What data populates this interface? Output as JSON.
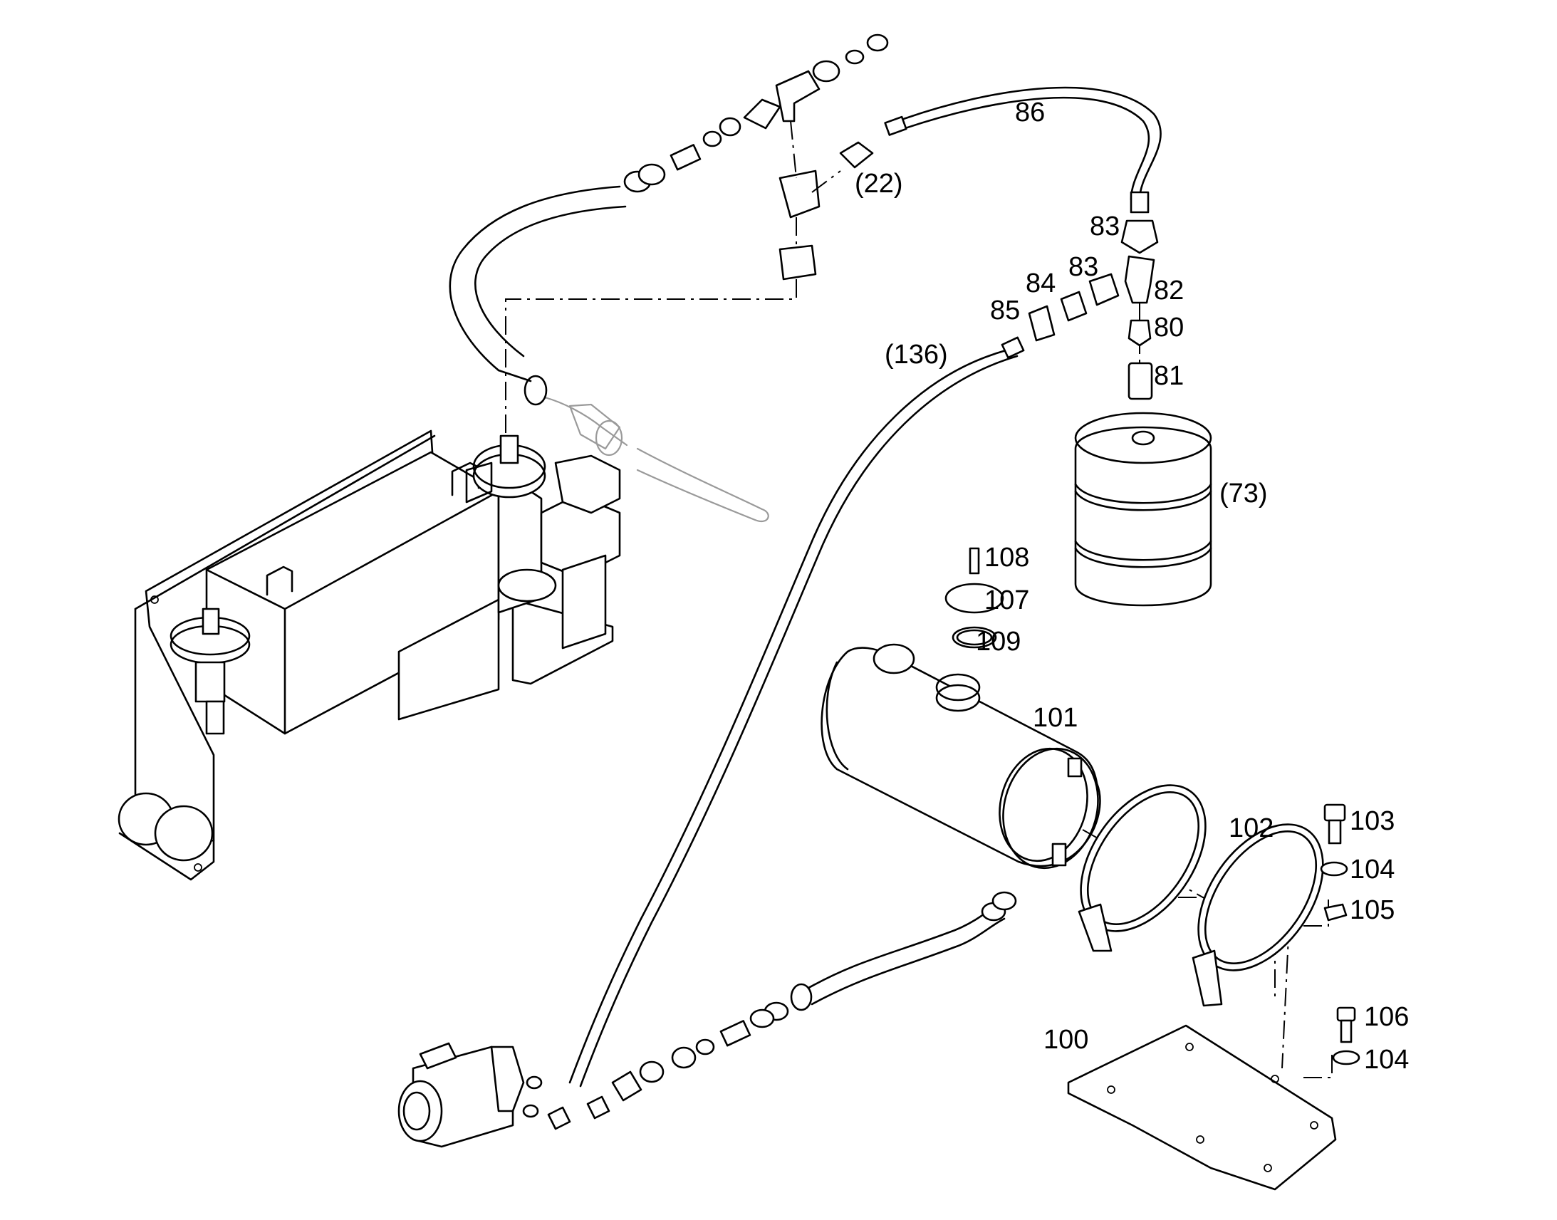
{
  "labels": {
    "p86": "86",
    "p22": "(22)",
    "p83a": "83",
    "p83b": "83",
    "p82": "82",
    "p84": "84",
    "p85": "85",
    "p80": "80",
    "p136": "(136)",
    "p81": "81",
    "p73": "(73)",
    "p108": "108",
    "p107": "107",
    "p109": "109",
    "p101": "101",
    "p102": "102",
    "p103": "103",
    "p104a": "104",
    "p105": "105",
    "p106": "106",
    "p104b": "104",
    "p100": "100"
  }
}
